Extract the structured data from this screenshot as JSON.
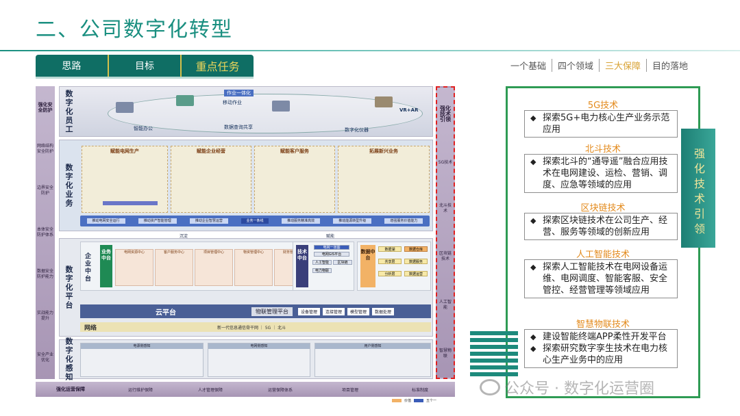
{
  "title": "二、公司数字化转型",
  "tabs": [
    {
      "label": "思路",
      "active": false
    },
    {
      "label": "目标",
      "active": false
    },
    {
      "label": "重点任务",
      "active": true
    }
  ],
  "crumbs": [
    {
      "label": "一个基础",
      "active": false
    },
    {
      "label": "四个领域",
      "active": false
    },
    {
      "label": "三大保障",
      "active": true
    },
    {
      "label": "目的落地",
      "active": false
    }
  ],
  "arch": {
    "left_col": [
      "强化安全防护",
      "网络结构安全防护",
      "边界安全防护",
      "本体安全防护体系",
      "数据安全防护能力",
      "实战能力提升",
      "安全产业优化"
    ],
    "right_col": [
      "强化技术引领",
      "5G技术",
      "北斗技术",
      "区块链技术",
      "人工智能",
      "智慧物联"
    ],
    "layers": {
      "staff": {
        "name": "数字化员工",
        "labels": [
          "作业一体化",
          "移动作业",
          "智能办公",
          "数据查询共享",
          "数字化仪器",
          "VR+AR"
        ]
      },
      "business": {
        "name": "数字化业务",
        "blocks": [
          "赋能电网生产",
          "赋能企业经营",
          "赋能客户服务",
          "拓展新兴业务"
        ],
        "band": [
          "推动电网安全运行",
          "推动资产智能管理",
          "推动企业智慧运营",
          "业务一条线",
          "推动服务精准高效",
          "推动能源转型升级",
          "增强服务价值能力"
        ]
      },
      "platform": {
        "name": "数字化平台",
        "enterprise_center": "企业中台",
        "business_center": "业务中台",
        "tech_center": "技术中台",
        "data_center": "数据中台",
        "sub_centers": [
          "电网资源中心",
          "客户服务中心",
          "项目管理中心",
          "物资管理中心",
          "财务管理中心"
        ],
        "tech_items": [
          "电网一张图",
          "电网GIS平台",
          "人工智能",
          "区块链",
          "电力物联"
        ],
        "data_items": [
          "数据湖",
          "数据仓库",
          "共享层",
          "数据服务",
          "分析层",
          "数据运营"
        ],
        "sedimentation": "沉淀",
        "empower": "赋能",
        "cloud": "云平台",
        "iot": "物联管理平台",
        "iot_items": [
          "设备管理",
          "连接管理",
          "模型管理",
          "数据处理"
        ],
        "network": "网络",
        "network_desc": "新一代信息通信骨干网 ｜ 5G ｜ 北斗"
      },
      "sensing": {
        "name": "数字化感知",
        "boxes": [
          "电源侧感知",
          "电网侧感知",
          "用户侧感知"
        ]
      }
    },
    "bottom": [
      "强化运营保障",
      "运行维护保障",
      "人才管理保障",
      "运营保障体系",
      "项目管理",
      "标准制度"
    ],
    "legend": [
      "价值",
      "五个一"
    ]
  },
  "panel": {
    "sections": [
      {
        "title": "5G技术",
        "items": [
          "探索5G+电力核心生产业务示范应用"
        ]
      },
      {
        "title": "北斗技术",
        "items": [
          "探索北斗的“通导遥”融合应用技术在电网建设、运检、营销、调度、应急等领域的应用"
        ]
      },
      {
        "title": "区块链技术",
        "items": [
          "探索区块链技术在公司生产、经营、服务等领域的创新应用"
        ]
      },
      {
        "title": "人工智能技术",
        "items": [
          "探索人工智能技术在电网设备运维、电网调度、智能客服、安全管控、经营管理等领域应用"
        ]
      },
      {
        "title": "智慧物联技术",
        "items": [
          "建设智能终端APP柔性开发平台",
          "探索研究数字孪生技术在电力核心生产业务中的应用"
        ]
      }
    ],
    "ribbon": "强化技术引领"
  },
  "watermark": "公众号 · 数字化运营圈",
  "colors": {
    "brand": "#1a8f80",
    "accent": "#e38a1c",
    "panel_border": "#2e9b54"
  }
}
